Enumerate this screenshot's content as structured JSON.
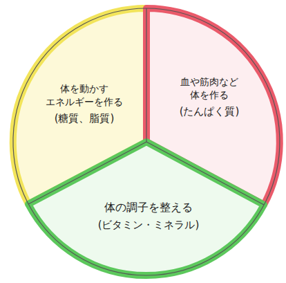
{
  "diagram": {
    "nodes": [
      {
        "text": [
          "体を動かす エネルギーを作る",
          "(糖質、脂質)"
        ]
      },
      {
        "text": [
          "血や筋肉など 体を作る",
          "(たんぱく質)"
        ]
      },
      {
        "text": [
          "体の調子を整える",
          "(ビタミン・ミネラル)"
        ]
      }
    ]
  }
}
